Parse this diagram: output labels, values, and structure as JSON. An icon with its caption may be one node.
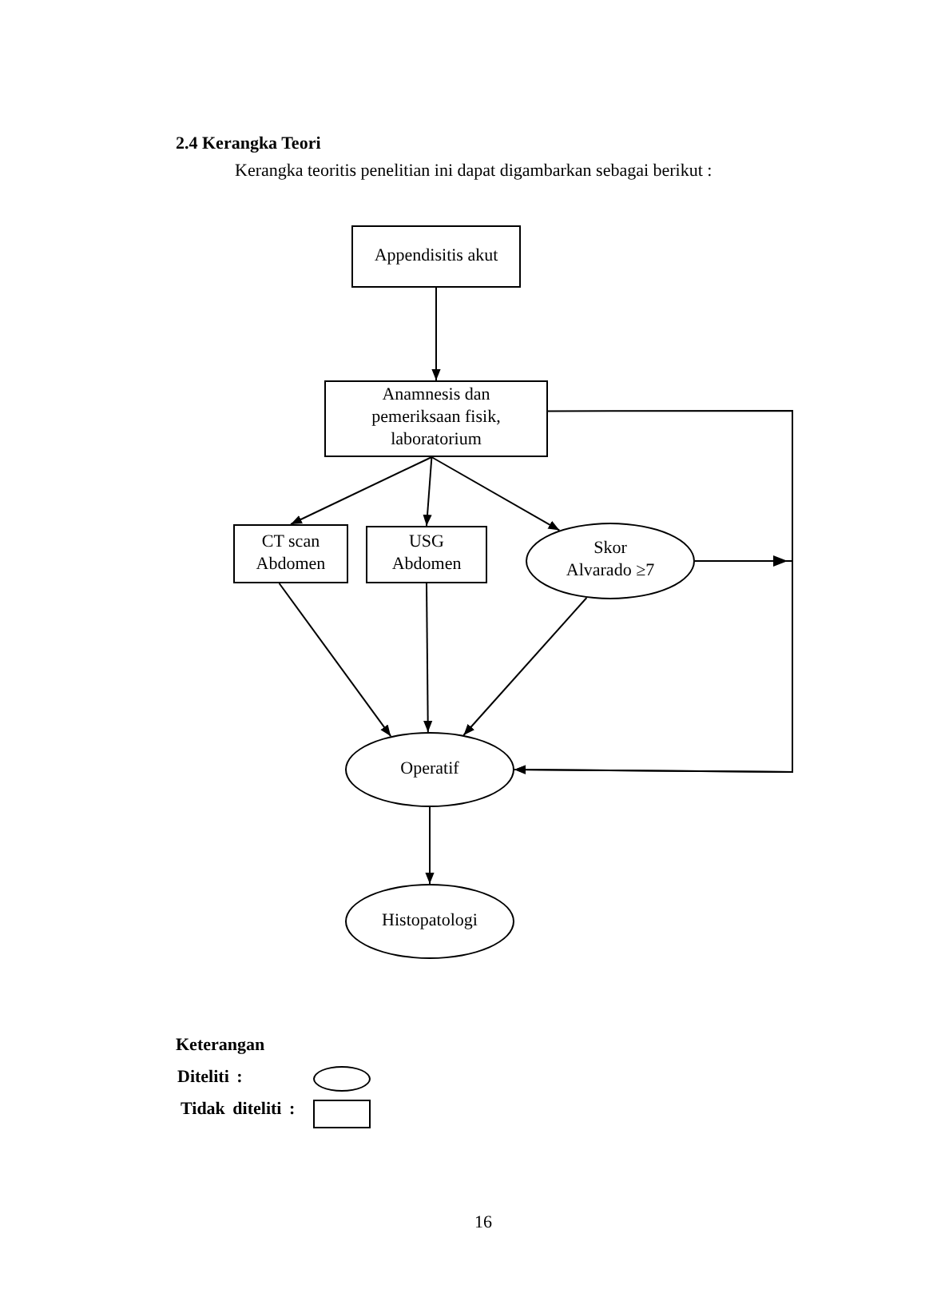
{
  "diagram": {
    "title": "2.4 Kerangka  Teori",
    "nodes": [
      {
        "text": [
          "Appendisitis akut"
        ]
      },
      {
        "text": [
          "Anamnesis dan pemeriksaan fisik, laboratorium"
        ]
      },
      {
        "text": [
          "CT scan Abdomen"
        ]
      },
      {
        "text": [
          "USG Abdomen"
        ]
      },
      {
        "text": [
          "Skor Alvarado ≥7"
        ]
      },
      {
        "text": [
          "Operatif"
        ]
      },
      {
        "text": [
          "Histopatologi"
        ]
      }
    ],
    "edges": [
      {
        "from": 0,
        "to": 1,
        "arrow": "to"
      },
      {
        "from": 1,
        "to": 2,
        "arrow": "to"
      },
      {
        "from": 1,
        "to": 3,
        "arrow": "to"
      },
      {
        "from": 1,
        "to": 4,
        "arrow": "to"
      },
      {
        "from": 2,
        "to": 5,
        "arrow": "to"
      },
      {
        "from": 3,
        "to": 5,
        "arrow": "to"
      },
      {
        "from": 4,
        "to": 5,
        "arrow": "to"
      },
      {
        "from": 1,
        "to": 5,
        "arrow": "to"
      },
      {
        "from": 4,
        "to": 5,
        "arrow": "to"
      },
      {
        "from": 5,
        "to": 6,
        "arrow": "to"
      }
    ],
    "labels": [
      "Kerangka teoritis penelitian ini dapat digambarkan sebagai berikut :",
      "Keterangan",
      "16"
    ],
    "legend": [
      {
        "text": "Diteliti :"
      },
      {
        "text": "Tidak diteliti :"
      }
    ]
  }
}
